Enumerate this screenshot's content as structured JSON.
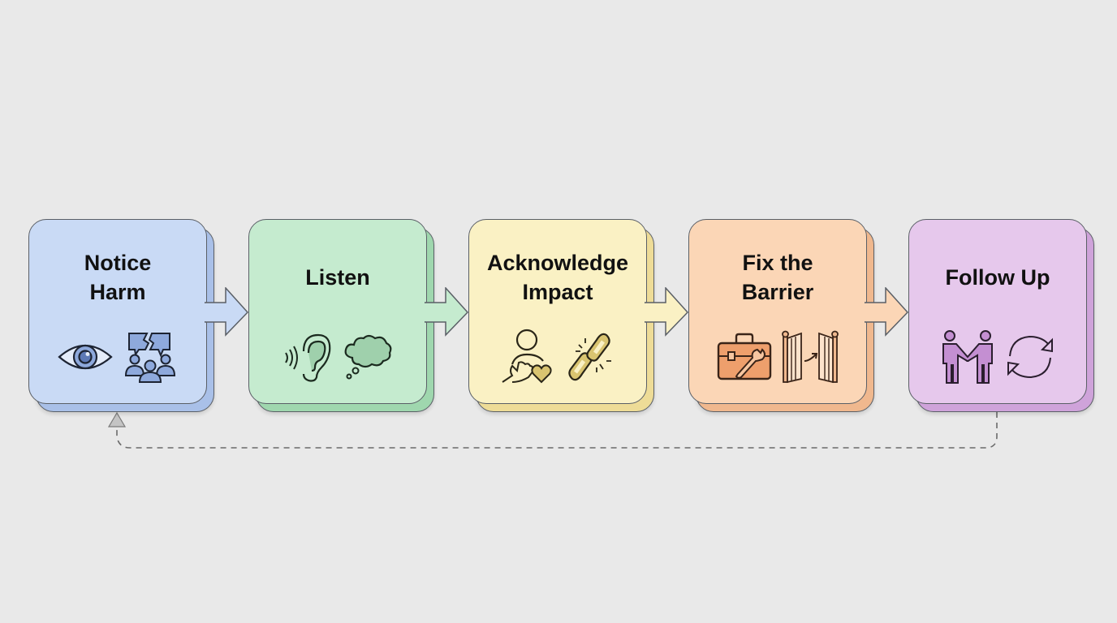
{
  "diagram": {
    "type": "process-flow",
    "direction": "left-to-right",
    "steps": [
      {
        "label": "Notice\nHarm",
        "fill": "#c9daf5",
        "back_fill": "#a9c0e8",
        "icons": [
          "eye-icon",
          "group-conflict-icon"
        ]
      },
      {
        "label": "Listen",
        "fill": "#c5ebcf",
        "back_fill": "#9fd7ae",
        "icons": [
          "ear-listening-icon",
          "thought-bubble-icon"
        ]
      },
      {
        "label": "Acknowledge\nImpact",
        "fill": "#faf1c4",
        "back_fill": "#eedc97",
        "icons": [
          "hand-on-heart-icon",
          "broken-chain-icon"
        ]
      },
      {
        "label": "Fix the\nBarrier",
        "fill": "#fbd6b6",
        "back_fill": "#f0b88e",
        "icons": [
          "toolbox-wrench-icon",
          "open-gate-icon"
        ]
      },
      {
        "label": "Follow Up",
        "fill": "#e6c8ec",
        "back_fill": "#cfa3da",
        "icons": [
          "handshake-people-icon",
          "cycle-arrows-icon"
        ]
      }
    ],
    "connectors": [
      {
        "from": 0,
        "to": 1,
        "style": "block-arrow"
      },
      {
        "from": 1,
        "to": 2,
        "style": "block-arrow"
      },
      {
        "from": 2,
        "to": 3,
        "style": "block-arrow"
      },
      {
        "from": 3,
        "to": 4,
        "style": "block-arrow"
      }
    ],
    "feedback_loop": {
      "from": 4,
      "to": 0,
      "style": "dashed",
      "arrowhead": "triangle",
      "color": "#6b6b6b"
    },
    "background": "#e9e9e9",
    "outline_color": "#5a5f66"
  }
}
